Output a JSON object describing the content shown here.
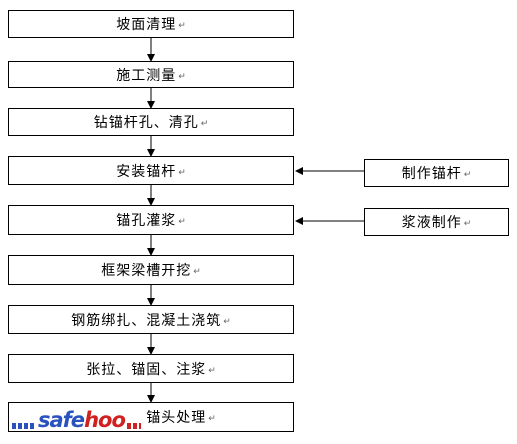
{
  "steps": [
    "坡面清理",
    "施工测量",
    "钻锚杆孔、清孔",
    "安装锚杆",
    "锚孔灌浆",
    "框架梁槽开挖",
    "钢筋绑扎、混凝土浇筑",
    "张拉、锚固、注浆",
    "锚头处理"
  ],
  "side_steps": [
    "制作锚杆",
    "浆液制作"
  ],
  "paragraph_mark": "↵",
  "watermark": {
    "part1": "safe",
    "part2": "hoo"
  },
  "colors": {
    "line": "#000000",
    "watermark_blue": "#2a52be",
    "watermark_red": "#d02020"
  }
}
